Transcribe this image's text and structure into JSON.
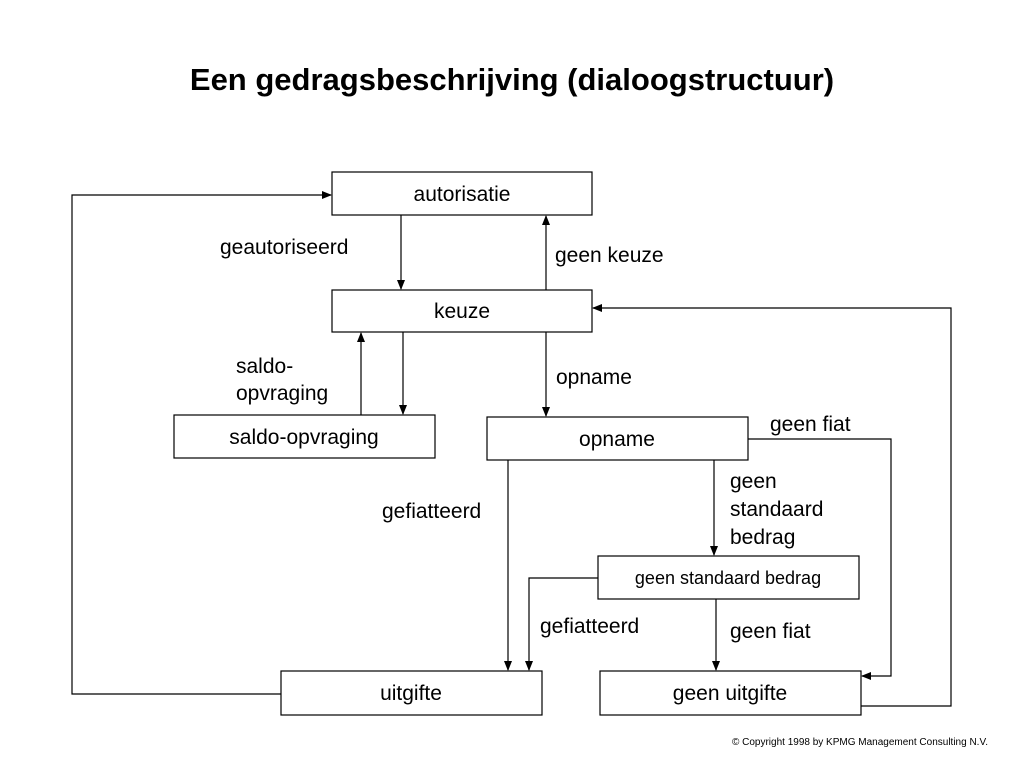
{
  "title": "Een gedragsbeschrijving (dialoogstructuur)",
  "boxes": {
    "autorisatie": "autorisatie",
    "keuze": "keuze",
    "saldo_opvraging": "saldo-opvraging",
    "opname": "opname",
    "geen_standaard_bedrag": "geen standaard bedrag",
    "uitgifte": "uitgifte",
    "geen_uitgifte": "geen uitgifte"
  },
  "labels": {
    "geautoriseerd": "geautoriseerd",
    "geen_keuze": "geen keuze",
    "saldo_opvraging_line1": "saldo-",
    "saldo_opvraging_line2": "opvraging",
    "opname": "opname",
    "geen_fiat_1": "geen fiat",
    "gefiatteerd_1": "gefiatteerd",
    "geen_standaard_bedrag_line1": "geen",
    "geen_standaard_bedrag_line2": "standaard",
    "geen_standaard_bedrag_line3": "bedrag",
    "gefiatteerd_2": "gefiatteerd",
    "geen_fiat_2": "geen fiat"
  },
  "copyright": "© Copyright 1998 by KPMG Management Consulting N.V."
}
